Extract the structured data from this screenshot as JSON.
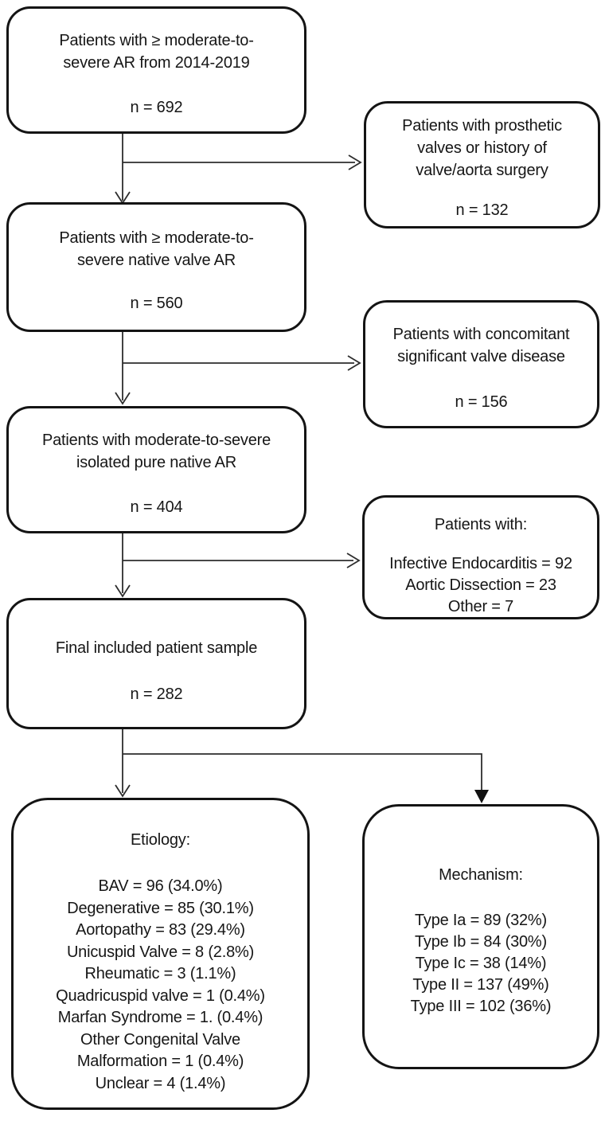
{
  "figure": {
    "type": "patient-flow-diagram",
    "colors": {
      "background": "#ffffff",
      "ink": "#161616",
      "box_border": "#141414",
      "connector": "#2d2d2d"
    }
  },
  "boxes": {
    "initial": {
      "line1": "Patients with ≥ moderate-to-",
      "line2": "severe AR from 2014-2019",
      "n": "n = 692"
    },
    "excluded_prosthetic": {
      "line1": "Patients with prosthetic",
      "line2": "valves or history of",
      "line3": "valve/aorta surgery",
      "n": "n = 132"
    },
    "native": {
      "line1": "Patients with ≥ moderate-to-",
      "line2": "severe native valve AR",
      "n": "n = 560"
    },
    "excluded_concomitant": {
      "line1": "Patients with concomitant",
      "line2": "significant valve disease",
      "n": "n = 156"
    },
    "isolated": {
      "line1": "Patients with moderate-to-severe",
      "line2": "isolated pure native AR",
      "n": "n = 404"
    },
    "excluded_other": {
      "title": "Patients with:",
      "items": [
        "Infective Endocarditis = 92",
        "Aortic Dissection = 23",
        "Other = 7"
      ]
    },
    "final": {
      "line1": "Final included patient sample",
      "n": "n = 282"
    },
    "etiology": {
      "title": "Etiology:",
      "items": [
        "BAV = 96 (34.0%)",
        "Degenerative = 85 (30.1%)",
        "Aortopathy = 83 (29.4%)",
        "Unicuspid Valve = 8 (2.8%)",
        "Rheumatic = 3 (1.1%)",
        "Quadricuspid valve = 1 (0.4%)",
        "Marfan Syndrome = 1. (0.4%)",
        "Other Congenital Valve",
        "Malformation = 1 (0.4%)",
        "Unclear = 4 (1.4%)"
      ]
    },
    "mechanism": {
      "title": "Mechanism:",
      "items": [
        "Type Ia = 89 (32%)",
        "Type Ib = 84 (30%)",
        "Type Ic = 38 (14%)",
        "Type II = 137 (49%)",
        "Type III = 102 (36%)"
      ]
    }
  }
}
